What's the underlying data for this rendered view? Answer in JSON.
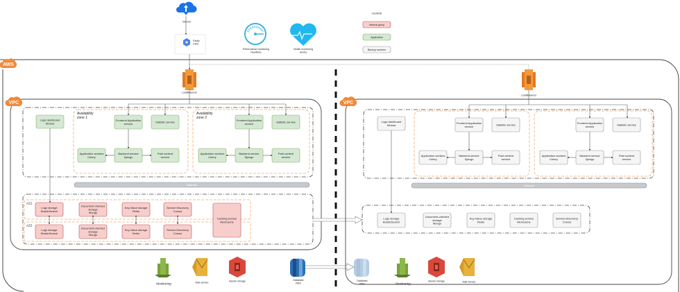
{
  "top": {
    "internet": "Internet",
    "cdn": [
      "Fastly",
      "CDN"
    ],
    "newrelic": [
      "Performance monitoring",
      "NewRelic"
    ],
    "sentry": [
      "Health monitoring",
      "Sentry"
    ]
  },
  "legend": {
    "title": "LEGEND",
    "internal_group": "Internal group",
    "application": "Application",
    "backup_services": "Backup services"
  },
  "colors": {
    "internal_fill": "#f8cecc",
    "internal_stroke": "#b85450",
    "app_fill": "#d5e8d4",
    "app_stroke": "#82b366",
    "backup_fill": "#f5f5f5",
    "backup_stroke": "#999999",
    "aws_orange": "#f08a3a",
    "zone_orange": "#f5a76c"
  },
  "aws_badge": "AWS",
  "left": {
    "load_balancer": "LoadBalancer",
    "vpc": "VPC",
    "logs_dashboard": [
      "Logs dashboard",
      "Kibana"
    ],
    "az1": {
      "title": [
        "Availability",
        "zone 1"
      ],
      "frontend": [
        "Frontend Application",
        "service"
      ],
      "statistic": [
        "Statistic service"
      ],
      "workers": [
        "Application workers",
        "Celery"
      ],
      "backend": [
        "Backend service",
        "Django"
      ],
      "paid": [
        "Paid content",
        "service"
      ]
    },
    "az2": {
      "title": [
        "Availability",
        "zone 2"
      ],
      "frontend": [
        "Frontend Application",
        "service"
      ],
      "statistic": [
        "Statistic service"
      ],
      "workers": [
        "Application workers",
        "Celery"
      ],
      "backend": [
        "Backend service",
        "Django"
      ],
      "paid": [
        "Paid content",
        "service"
      ]
    },
    "data_bus": "Data bus",
    "storage": {
      "az1": {
        "label": "AZ1",
        "logs": [
          "Logs storage",
          "ElasticSearch"
        ],
        "doc": [
          "Document-oriented",
          "storage",
          "Mongo"
        ],
        "kv": [
          "Key-Value storage",
          "Redis"
        ],
        "sd": [
          "Service Discovery",
          "Consul"
        ]
      },
      "az2": {
        "label": "AZ2",
        "logs": [
          "Logs storage",
          "ElasticSearch"
        ],
        "doc": [
          "Document-oriented",
          "storage",
          "Mongo"
        ],
        "kv": [
          "Key-Value storage",
          "Redis"
        ],
        "sd": [
          "Service Discovery",
          "Consul"
        ]
      },
      "caching": [
        "Caching service",
        "Memcache"
      ]
    },
    "services": {
      "monitoring": "Monitoring",
      "mail": "Mail service",
      "assets": "Assets storage",
      "database": [
        "Database",
        "RDS"
      ]
    }
  },
  "right": {
    "load_balancer": "LoadBalancer",
    "vpc": "VPC",
    "logs_dashboard": [
      "Logs dashboard",
      "Kibana"
    ],
    "az1": {
      "frontend": [
        "Frontend Application",
        "service"
      ],
      "statistic": [
        "Statistic service"
      ],
      "workers": [
        "Application workers",
        "Celery"
      ],
      "backend": [
        "Backend service",
        "Django"
      ],
      "paid": [
        "Paid content",
        "service"
      ]
    },
    "az2": {
      "frontend": [
        "Frontend Application",
        "service"
      ],
      "statistic": [
        "Statistic service"
      ],
      "workers": [
        "Application workers",
        "Celery"
      ],
      "backend": [
        "Backend service",
        "Django"
      ],
      "paid": [
        "Paid content",
        "service"
      ]
    },
    "data_bus": "Data bus",
    "storage": {
      "logs": [
        "Logs storage",
        "ElasticSearch"
      ],
      "doc": [
        "Document-oriented",
        "storage",
        "Mongo"
      ],
      "kv": [
        "Key-Value storage",
        "Redis"
      ],
      "caching": [
        "Caching service",
        "Memcache"
      ],
      "sd": [
        "Service Discovery",
        "Consul"
      ]
    },
    "services": {
      "database": [
        "Database",
        "RDS"
      ],
      "monitoring": "Monitoring",
      "assets": "Assets storage",
      "mail": "Mail service"
    }
  }
}
